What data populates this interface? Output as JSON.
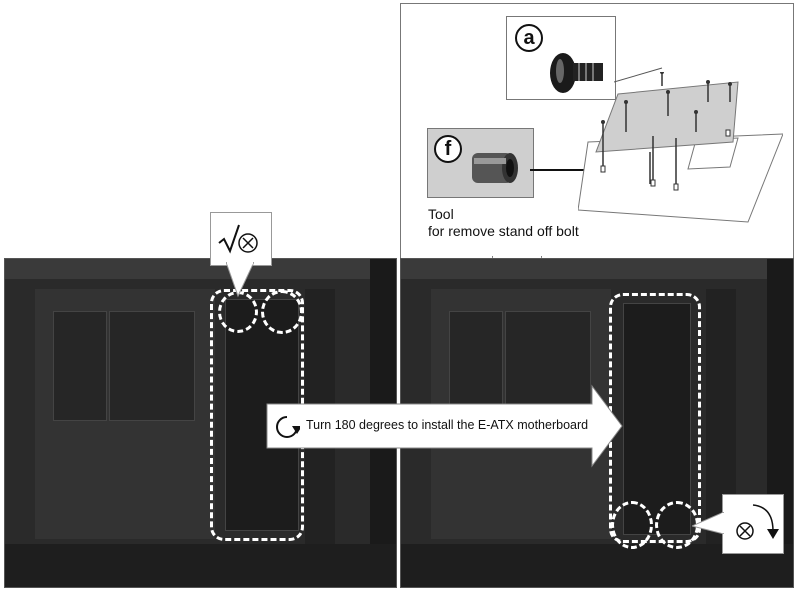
{
  "callouts": {
    "screw_label": "a",
    "tool_label": "f"
  },
  "tool_caption": {
    "line1": "Tool",
    "line2": "for remove stand off bolt"
  },
  "instruction": "Turn 180 degrees to install the E-ATX motherboard",
  "icons": {
    "check_remove": "check-cross-icon",
    "rotate": "rotate-icon",
    "rotate_cross": "rotate-cross-icon"
  },
  "colors": {
    "panel": "#2a2a2a",
    "dashed_highlight": "#ffffff",
    "tool_box": "#cfcfcf",
    "plate": "#d4d4d4"
  }
}
